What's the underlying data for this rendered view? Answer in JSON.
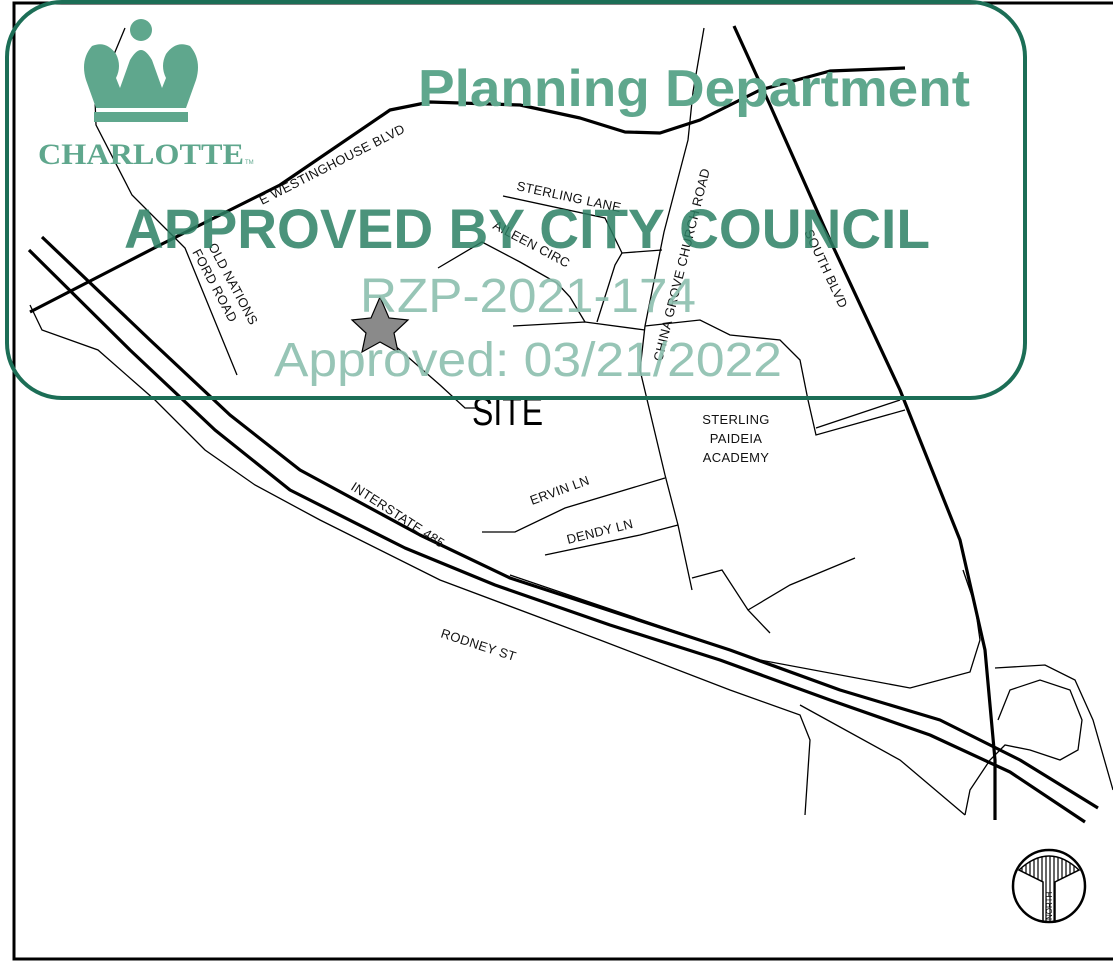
{
  "colors": {
    "stamp_green": "#2b8064",
    "stamp_border": "#1c6e56",
    "stamp_light": "#8cbfae",
    "road": "#000000",
    "site_star": "#8a8a8a"
  },
  "stamp": {
    "logo_text": "CHARLOTTE",
    "logo_tm": "TM",
    "department": "Planning Department",
    "status": "APPROVED BY CITY COUNCIL",
    "case_number": "RZP-2021-174",
    "approval": "Approved: 03/21/2022"
  },
  "site": {
    "label": "SITE",
    "marker_icon": "star-icon"
  },
  "roads": {
    "westinghouse": "E WESTINGHOUSE BLVD",
    "old_nations_1": "OLD NATIONS",
    "old_nations_2": "FORD ROAD",
    "sterling_lane": "STERLING LANE",
    "aileen": "AILEEN CIRC",
    "china_grove": "CHINA GROVE CHURCH ROAD",
    "south_blvd": "SOUTH BLVD",
    "interstate": "INTERSTATE 485",
    "ervin": "ERVIN LN",
    "dendy": "DENDY LN",
    "rodney": "RODNEY ST"
  },
  "landmark": {
    "line1": "STERLING",
    "line2": "PAIDEIA",
    "line3": "ACADEMY"
  },
  "north_arrow": {
    "label": "NORTH",
    "icon": "north-arrow-icon"
  }
}
